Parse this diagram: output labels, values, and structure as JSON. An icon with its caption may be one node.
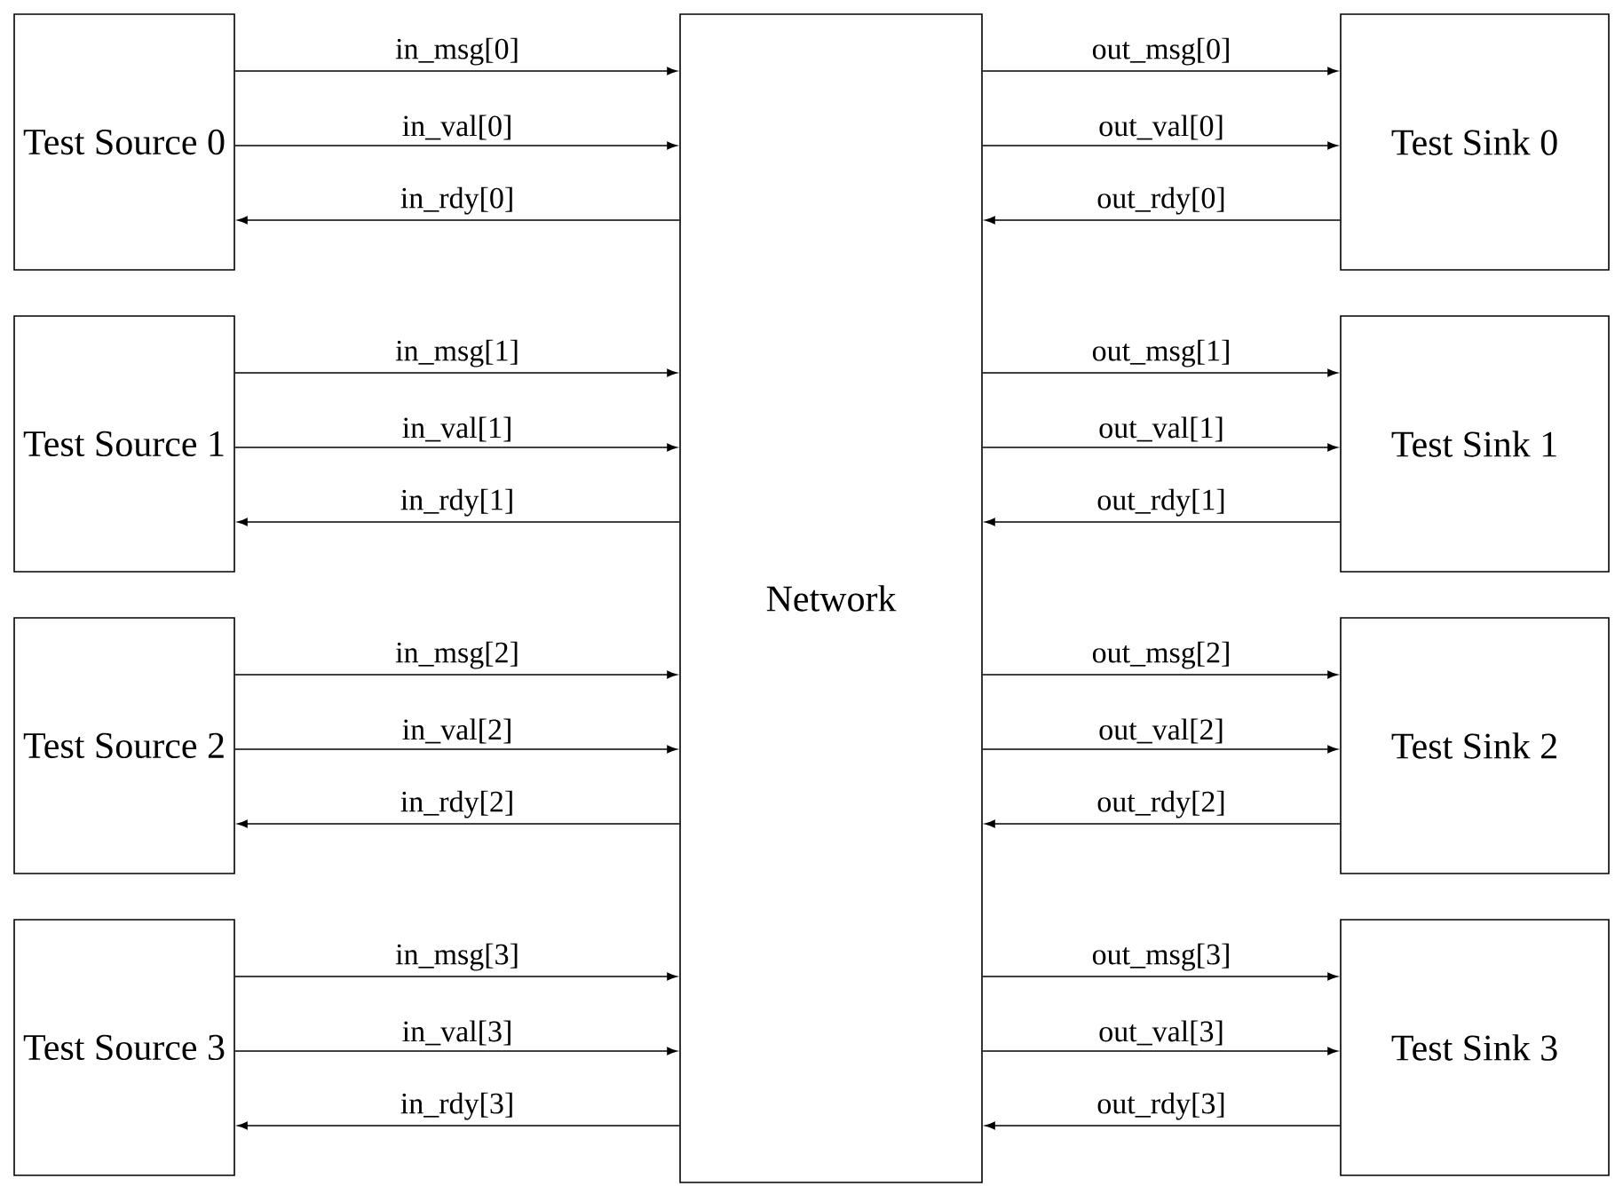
{
  "diagram": {
    "nodes": [
      {
        "text": [
          "Test Source 0"
        ]
      },
      {
        "text": [
          "Test Source 1"
        ]
      },
      {
        "text": [
          "Test Source 2"
        ]
      },
      {
        "text": [
          "Test Source 3"
        ]
      },
      {
        "text": [
          "Network"
        ]
      },
      {
        "text": [
          "Test Sink 0"
        ]
      },
      {
        "text": [
          "Test Sink 1"
        ]
      },
      {
        "text": [
          "Test Sink 2"
        ]
      },
      {
        "text": [
          "Test Sink 3"
        ]
      }
    ],
    "edges": [
      {
        "from": 0,
        "to": 4,
        "arrow": "to",
        "label": "in_msg[0]"
      },
      {
        "from": 0,
        "to": 4,
        "arrow": "to",
        "label": "in_val[0]"
      },
      {
        "from": 4,
        "to": 0,
        "arrow": "to",
        "label": "in_rdy[0]"
      },
      {
        "from": 4,
        "to": 5,
        "arrow": "to",
        "label": "out_msg[0]"
      },
      {
        "from": 4,
        "to": 5,
        "arrow": "to",
        "label": "out_val[0]"
      },
      {
        "from": 5,
        "to": 4,
        "arrow": "to",
        "label": "out_rdy[0]"
      },
      {
        "from": 1,
        "to": 4,
        "arrow": "to",
        "label": "in_msg[1]"
      },
      {
        "from": 1,
        "to": 4,
        "arrow": "to",
        "label": "in_val[1]"
      },
      {
        "from": 4,
        "to": 1,
        "arrow": "to",
        "label": "in_rdy[1]"
      },
      {
        "from": 4,
        "to": 6,
        "arrow": "to",
        "label": "out_msg[1]"
      },
      {
        "from": 4,
        "to": 6,
        "arrow": "to",
        "label": "out_val[1]"
      },
      {
        "from": 6,
        "to": 4,
        "arrow": "to",
        "label": "out_rdy[1]"
      },
      {
        "from": 2,
        "to": 4,
        "arrow": "to",
        "label": "in_msg[2]"
      },
      {
        "from": 2,
        "to": 4,
        "arrow": "to",
        "label": "in_val[2]"
      },
      {
        "from": 4,
        "to": 2,
        "arrow": "to",
        "label": "in_rdy[2]"
      },
      {
        "from": 4,
        "to": 7,
        "arrow": "to",
        "label": "out_msg[2]"
      },
      {
        "from": 4,
        "to": 7,
        "arrow": "to",
        "label": "out_val[2]"
      },
      {
        "from": 7,
        "to": 4,
        "arrow": "to",
        "label": "out_rdy[2]"
      },
      {
        "from": 3,
        "to": 4,
        "arrow": "to",
        "label": "in_msg[3]"
      },
      {
        "from": 3,
        "to": 4,
        "arrow": "to",
        "label": "in_val[3]"
      },
      {
        "from": 4,
        "to": 3,
        "arrow": "to",
        "label": "in_rdy[3]"
      },
      {
        "from": 4,
        "to": 8,
        "arrow": "to",
        "label": "out_msg[3]"
      },
      {
        "from": 4,
        "to": 8,
        "arrow": "to",
        "label": "out_val[3]"
      },
      {
        "from": 8,
        "to": 4,
        "arrow": "to",
        "label": "out_rdy[3]"
      }
    ]
  }
}
